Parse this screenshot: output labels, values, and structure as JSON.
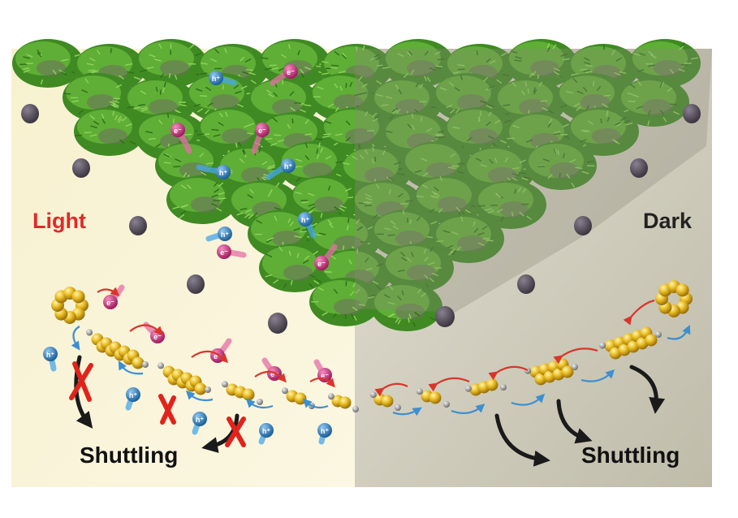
{
  "labels": {
    "light": "Light",
    "dark": "Dark",
    "shuttling_left": "Shuttling",
    "shuttling_right": "Shuttling"
  },
  "carriers": {
    "electron": "e⁻",
    "hole": "h⁺"
  },
  "colors": {
    "light_panel": "#f8f3d4",
    "dark_panel": "#cfcbbb",
    "fiber_green": "#4f9a2e",
    "electron": "#c42e7a",
    "hole": "#2a7fc1",
    "sulfur": "#e8b91c",
    "light_label": "#e02a2a",
    "dark_label": "#222222",
    "block_x": "#e0231c"
  },
  "icons": [
    "electron-icon",
    "hole-icon",
    "sulfur-ring-icon",
    "cross-icon",
    "curved-arrow-icon",
    "carbon-node-icon"
  ]
}
